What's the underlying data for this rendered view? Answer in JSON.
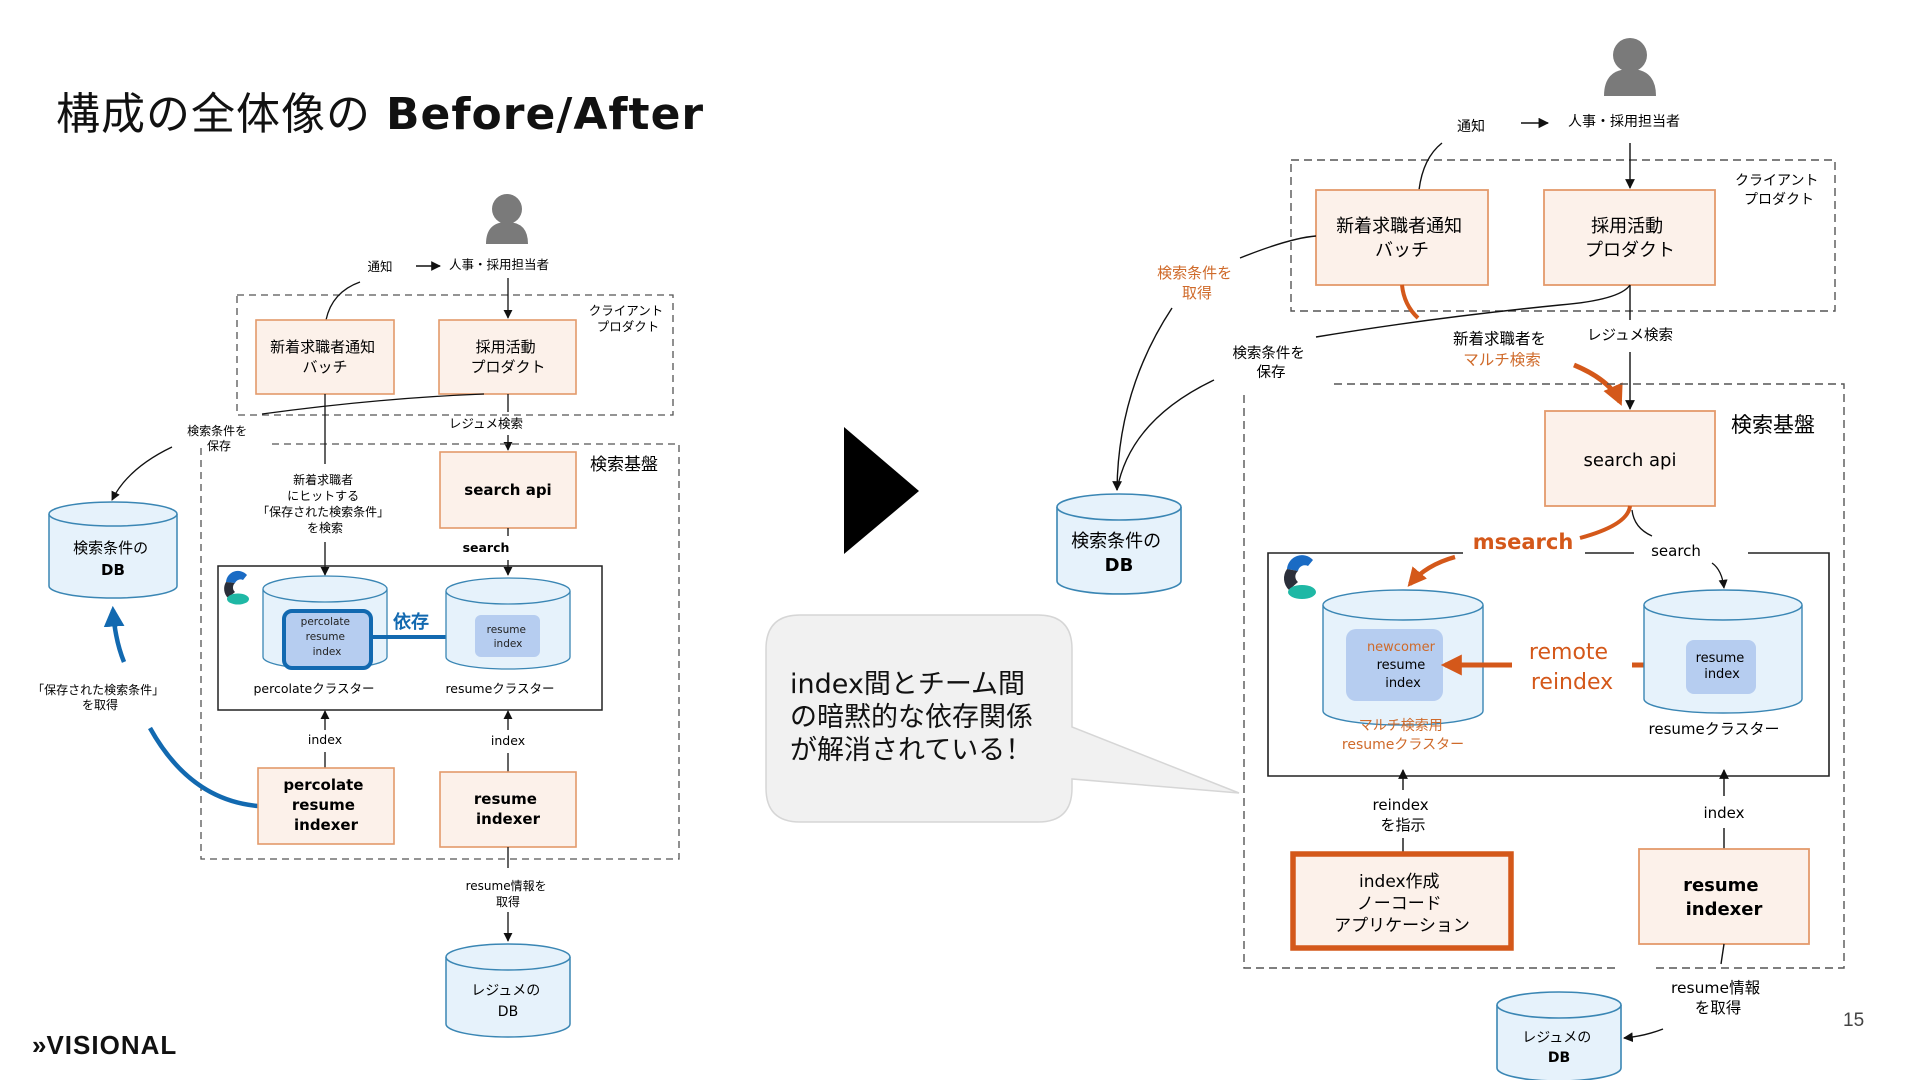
{
  "slide": {
    "title_jp": "構成の全体像の",
    "title_en": "Before/After",
    "page_number": "15",
    "logo_text": "VISIONAL",
    "logo_mark": "»"
  },
  "colors": {
    "orange": "#d4581a",
    "orange_text": "#cf6a2a",
    "box_fill": "#fcf1ea",
    "box_border": "#e39a6b",
    "db_fill": "#e6f2fb",
    "db_border": "#3a86b4",
    "index_fill": "#b6cdf0",
    "blue_arrow": "#1269b0",
    "person": "#7a7a7a",
    "bubble_fill": "#f1f1f1"
  },
  "before": {
    "user_label": "人事・採用担当者",
    "notify_label": "通知",
    "client_group_label": [
      "クライアント",
      "プロダクト"
    ],
    "batch_box": [
      "新着求職者通知",
      "バッチ"
    ],
    "product_box": [
      "採用活動",
      "プロダクト"
    ],
    "resume_search_label": "レジュメ検索",
    "save_conditions_label": [
      "検索条件を",
      "保存"
    ],
    "platform_label": "検索基盤",
    "search_api_box": "search api",
    "search_label": "search",
    "percolate_query_label": [
      "新着求職者",
      "にヒットする",
      "「保存された検索条件」",
      "を検索"
    ],
    "conditions_db": [
      "検索条件の",
      "DB"
    ],
    "get_saved_conditions_label": [
      "「保存された検索条件」",
      "を取得"
    ],
    "percolate_index": [
      "percolate",
      "resume",
      "index"
    ],
    "resume_index": [
      "resume",
      "index"
    ],
    "dependency_label": "依存",
    "percolate_cluster_label": "percolateクラスター",
    "resume_cluster_label": "resumeクラスター",
    "index_label_1": "index",
    "index_label_2": "index",
    "percolate_indexer_box": [
      "percolate",
      "resume",
      "indexer"
    ],
    "resume_indexer_box": [
      "resume",
      "indexer"
    ],
    "fetch_resume_label": [
      "resume情報を",
      "取得"
    ],
    "resume_db": [
      "レジュメの",
      "DB"
    ]
  },
  "transition": {
    "arrow_icon": "play-triangle"
  },
  "callout": {
    "lines": [
      "index間とチーム間",
      "の暗黙的な依存関係",
      "が解消されている！"
    ]
  },
  "after": {
    "user_label": "人事・採用担当者",
    "notify_label": "通知",
    "client_group_label": [
      "クライアント",
      "プロダクト"
    ],
    "batch_box": [
      "新着求職者通知",
      "バッチ"
    ],
    "product_box": [
      "採用活動",
      "プロダクト"
    ],
    "get_conditions_label": [
      "検索条件を",
      "取得"
    ],
    "save_conditions_label": [
      "検索条件を",
      "保存"
    ],
    "multi_search_label_1": "新着求職者を",
    "multi_search_label_2": "マルチ検索",
    "resume_search_label": "レジュメ検索",
    "platform_label": "検索基盤",
    "search_api_box": "search api",
    "msearch_label": "msearch",
    "search_label": "search",
    "conditions_db": [
      "検索条件の",
      "DB"
    ],
    "newcomer_index": [
      "newcomer",
      "resume",
      "index"
    ],
    "resume_index": [
      "resume",
      "index"
    ],
    "remote_reindex_label": [
      "remote",
      "reindex"
    ],
    "multi_cluster_label": [
      "マルチ検索用",
      "resumeクラスター"
    ],
    "resume_cluster_label": "resumeクラスター",
    "reindex_instruction_label": [
      "reindex",
      "を指示"
    ],
    "index_label": "index",
    "nocode_app_box": [
      "index作成",
      "ノーコード",
      "アプリケーション"
    ],
    "resume_indexer_box": [
      "resume",
      "indexer"
    ],
    "fetch_resume_label": [
      "resume情報",
      "を取得"
    ],
    "resume_db": [
      "レジュメの",
      "DB"
    ]
  }
}
